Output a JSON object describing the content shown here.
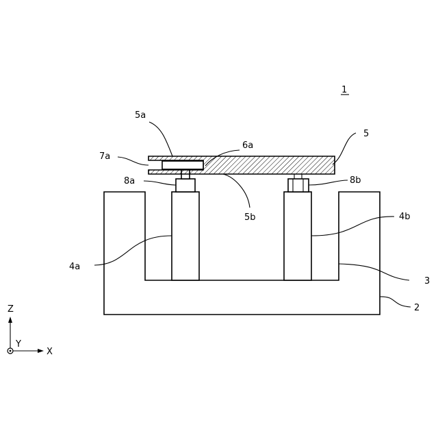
{
  "figure_ref": "1",
  "labels": {
    "l5a": "5a",
    "l6a": "6a",
    "l5": "5",
    "l7a": "7a",
    "l8a": "8a",
    "l8b": "8b",
    "l5b": "5b",
    "l4b": "4b",
    "l4a": "4a",
    "l3": "3",
    "l2": "2"
  },
  "axes": {
    "z": "Z",
    "y": "Y",
    "x": "X"
  }
}
